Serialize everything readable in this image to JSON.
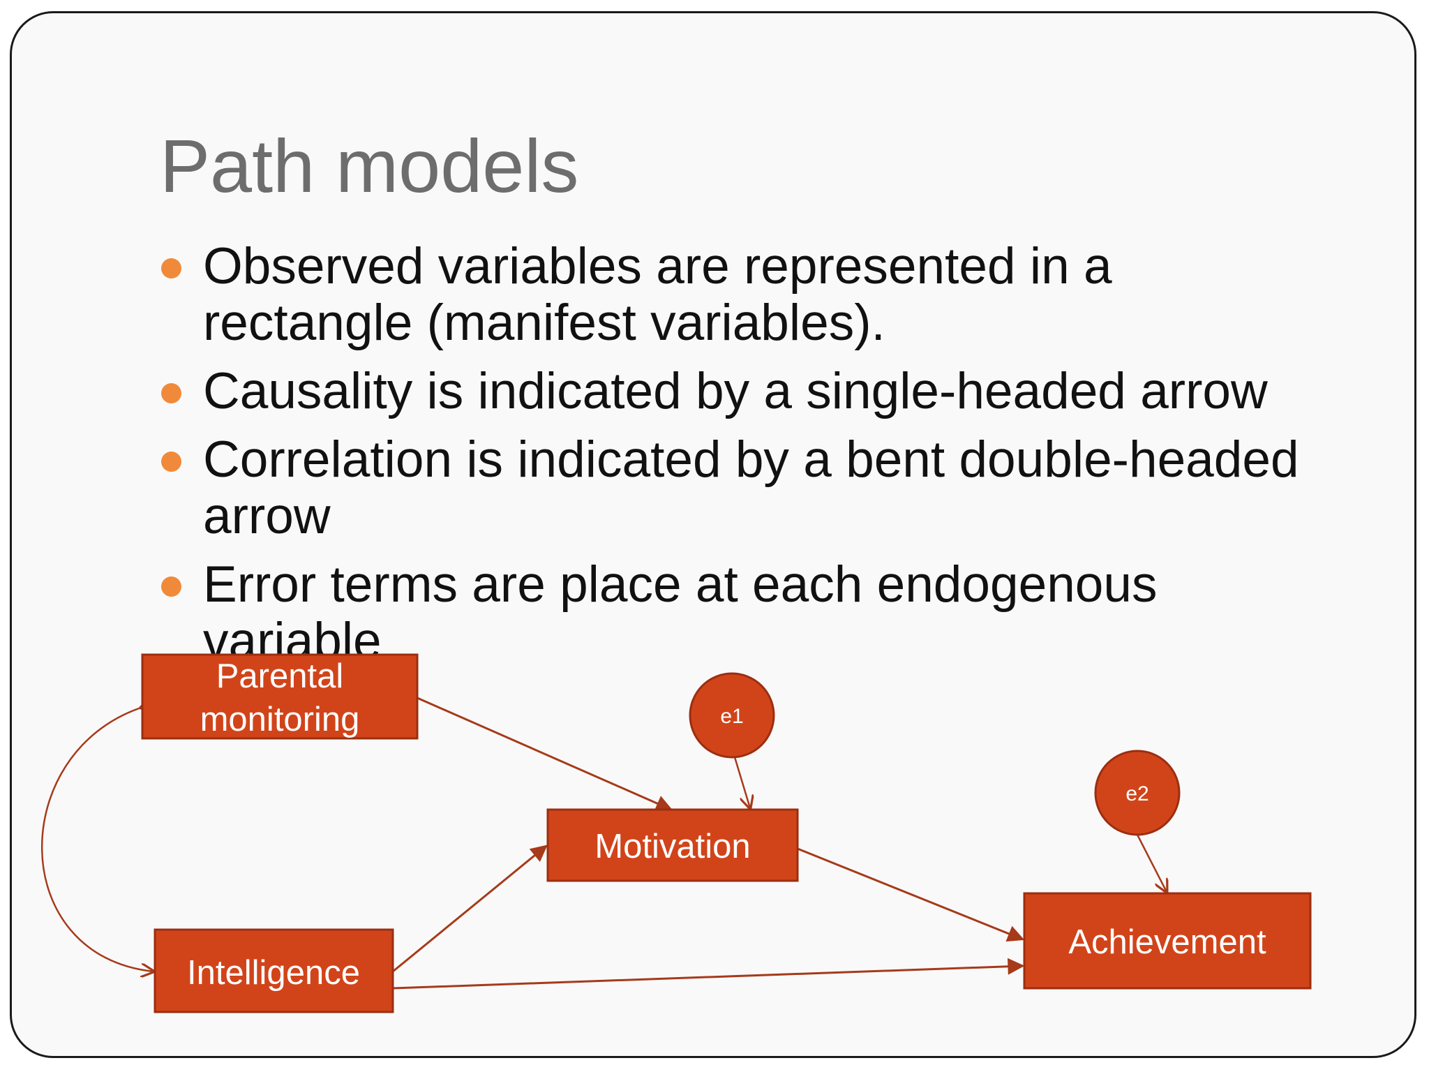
{
  "slide": {
    "title": "Path models",
    "bullets": [
      {
        "lines": [
          "Observed variables are represented in a",
          "rectangle (manifest variables)."
        ]
      },
      {
        "lines": [
          "Causality is indicated by a single-headed arrow"
        ]
      },
      {
        "lines": [
          "Correlation is indicated by a bent double-headed",
          "arrow"
        ]
      },
      {
        "lines": [
          "Error terms are place at each endogenous",
          "variable"
        ]
      }
    ]
  },
  "diagram": {
    "colors": {
      "box_fill": "#d1441a",
      "box_border": "#9c2e10",
      "arrow": "#a63a1a",
      "text": "#ffffff",
      "bullet": "#f08a3a"
    },
    "nodes": {
      "parental": {
        "lines": [
          "Parental",
          "monitoring"
        ]
      },
      "intelligence": {
        "lines": [
          "Intelligence"
        ]
      },
      "motivation": {
        "lines": [
          "Motivation"
        ]
      },
      "achievement": {
        "lines": [
          "Achievement"
        ]
      }
    },
    "errors": {
      "e1": {
        "label": "e1"
      },
      "e2": {
        "label": "e2"
      }
    },
    "paths": [
      {
        "from": "parental",
        "to": "motivation",
        "type": "causal"
      },
      {
        "from": "intelligence",
        "to": "motivation",
        "type": "causal"
      },
      {
        "from": "motivation",
        "to": "achievement",
        "type": "causal"
      },
      {
        "from": "intelligence",
        "to": "achievement",
        "type": "causal"
      },
      {
        "from": "e1",
        "to": "motivation",
        "type": "error"
      },
      {
        "from": "e2",
        "to": "achievement",
        "type": "error"
      },
      {
        "from": "parental",
        "to": "intelligence",
        "type": "correlation"
      }
    ]
  }
}
